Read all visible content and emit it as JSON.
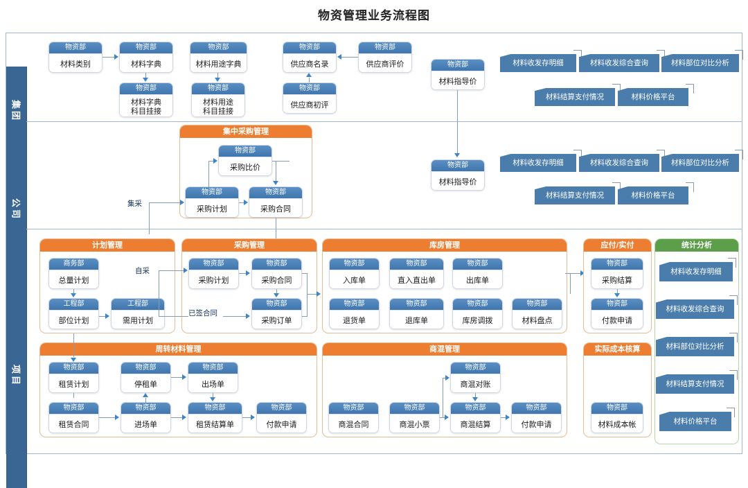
{
  "title": "物资管理业务流程图",
  "colors": {
    "lane_header": "#3a6694",
    "node_header": "#4a7ebb",
    "group_header_orange": "#ed7d31",
    "group_header_green": "#5d9e4a",
    "report_fill": "#4a7dab",
    "arrow": "#3d85c6",
    "connector": "#7f9db9"
  },
  "lanes": [
    {
      "key": "group",
      "label": "集团"
    },
    {
      "key": "company",
      "label": "公司"
    },
    {
      "key": "project",
      "label": "项目"
    }
  ],
  "group_lane": {
    "nodes": [
      {
        "dept": "物资部",
        "label": "材料类别"
      },
      {
        "dept": "物资部",
        "label": "材料字典"
      },
      {
        "dept": "物资部",
        "label": "材料用途字典"
      },
      {
        "dept": "物资部",
        "label": "供应商名录"
      },
      {
        "dept": "物资部",
        "label": "供应商评价"
      },
      {
        "dept": "物资部",
        "label": "材料字典\n科目挂接"
      },
      {
        "dept": "物资部",
        "label": "材料用途\n科目挂接"
      },
      {
        "dept": "物资部",
        "label": "供应商初评"
      },
      {
        "dept": "物资部",
        "label": "材料指导价"
      }
    ],
    "reports": [
      "材料收发存明细",
      "材料收发综合查询",
      "材料部位对比分析",
      "材料结算支付情况",
      "材料价格平台"
    ]
  },
  "company_lane": {
    "group_box": {
      "title": "集中采购管理"
    },
    "nodes": [
      {
        "dept": "物资部",
        "label": "采购比价"
      },
      {
        "dept": "物资部",
        "label": "采购计划"
      },
      {
        "dept": "物资部",
        "label": "采购合同"
      },
      {
        "dept": "物资部",
        "label": "材料指导价"
      }
    ],
    "edge_labels": [
      "集采"
    ],
    "reports": [
      "材料收发存明细",
      "材料收发综合查询",
      "材料部位对比分析",
      "材料结算支付情况",
      "材料价格平台"
    ]
  },
  "project_lane": {
    "edge_labels": [
      "自采",
      "已签合同"
    ],
    "sections": [
      {
        "title": "计划管理",
        "color": "orange",
        "nodes": [
          {
            "dept": "商务部",
            "label": "总量计划"
          },
          {
            "dept": "工程部",
            "label": "部位计划"
          },
          {
            "dept": "工程部",
            "label": "需用计划"
          }
        ]
      },
      {
        "title": "采购管理",
        "color": "orange",
        "nodes": [
          {
            "dept": "物资部",
            "label": "采购计划"
          },
          {
            "dept": "物资部",
            "label": "采购合同"
          },
          {
            "dept": "物资部",
            "label": "采购订单"
          }
        ]
      },
      {
        "title": "库房管理",
        "color": "orange",
        "nodes": [
          {
            "dept": "物资部",
            "label": "入库单"
          },
          {
            "dept": "物资部",
            "label": "直入直出单"
          },
          {
            "dept": "物资部",
            "label": "出库单"
          },
          {
            "dept": "物资部",
            "label": "退货单"
          },
          {
            "dept": "物资部",
            "label": "退库单"
          },
          {
            "dept": "物资部",
            "label": "库房调拨"
          },
          {
            "dept": "物资部",
            "label": "材料盘点"
          }
        ]
      },
      {
        "title": "应付/实付",
        "color": "orange",
        "nodes": [
          {
            "dept": "物资部",
            "label": "采购结算"
          },
          {
            "dept": "物资部",
            "label": "付款申请"
          }
        ]
      },
      {
        "title": "统计分析",
        "color": "green",
        "reports": [
          "材料收发存明细",
          "材料收发综合查询",
          "材料部位对比分析",
          "材料结算支付情况",
          "材料价格平台"
        ]
      },
      {
        "title": "周转材料管理",
        "color": "orange",
        "nodes": [
          {
            "dept": "物资部",
            "label": "租赁计划"
          },
          {
            "dept": "物资部",
            "label": "停租单"
          },
          {
            "dept": "物资部",
            "label": "出场单"
          },
          {
            "dept": "物资部",
            "label": "租赁合同"
          },
          {
            "dept": "物资部",
            "label": "进场单"
          },
          {
            "dept": "物资部",
            "label": "租赁结算单"
          },
          {
            "dept": "物资部",
            "label": "付款申请"
          }
        ]
      },
      {
        "title": "商混管理",
        "color": "orange",
        "nodes": [
          {
            "dept": "物资部",
            "label": "商混对账"
          },
          {
            "dept": "物资部",
            "label": "商混合同"
          },
          {
            "dept": "物资部",
            "label": "商混小票"
          },
          {
            "dept": "物资部",
            "label": "商混结算"
          },
          {
            "dept": "物资部",
            "label": "付款申请"
          }
        ]
      },
      {
        "title": "实际成本核算",
        "color": "orange",
        "nodes": [
          {
            "dept": "物资部",
            "label": "材料成本帐"
          }
        ]
      }
    ]
  }
}
